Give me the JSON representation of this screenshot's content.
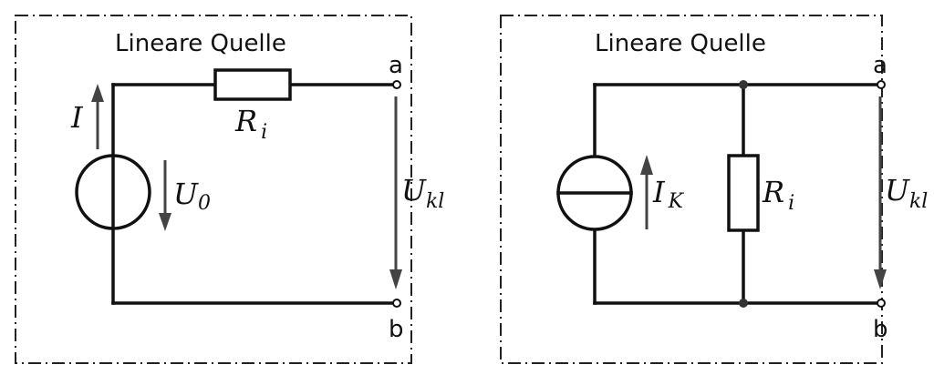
{
  "left_panel": {
    "title": "Lineare Quelle",
    "terminal_top": "a",
    "terminal_bottom": "b",
    "current_label": "I",
    "resistor_label": {
      "main": "R",
      "sub": "i"
    },
    "source_voltage_label": {
      "main": "U",
      "sub": "0"
    },
    "output_voltage_label": {
      "main": "U",
      "sub": "kl"
    }
  },
  "right_panel": {
    "title": "Lineare Quelle",
    "terminal_top": "a",
    "terminal_bottom": "b",
    "source_current_label": {
      "main": "I",
      "sub": "K"
    },
    "resistor_label": {
      "main": "R",
      "sub": "i"
    },
    "output_voltage_label": {
      "main": "U",
      "sub": "kl"
    }
  }
}
